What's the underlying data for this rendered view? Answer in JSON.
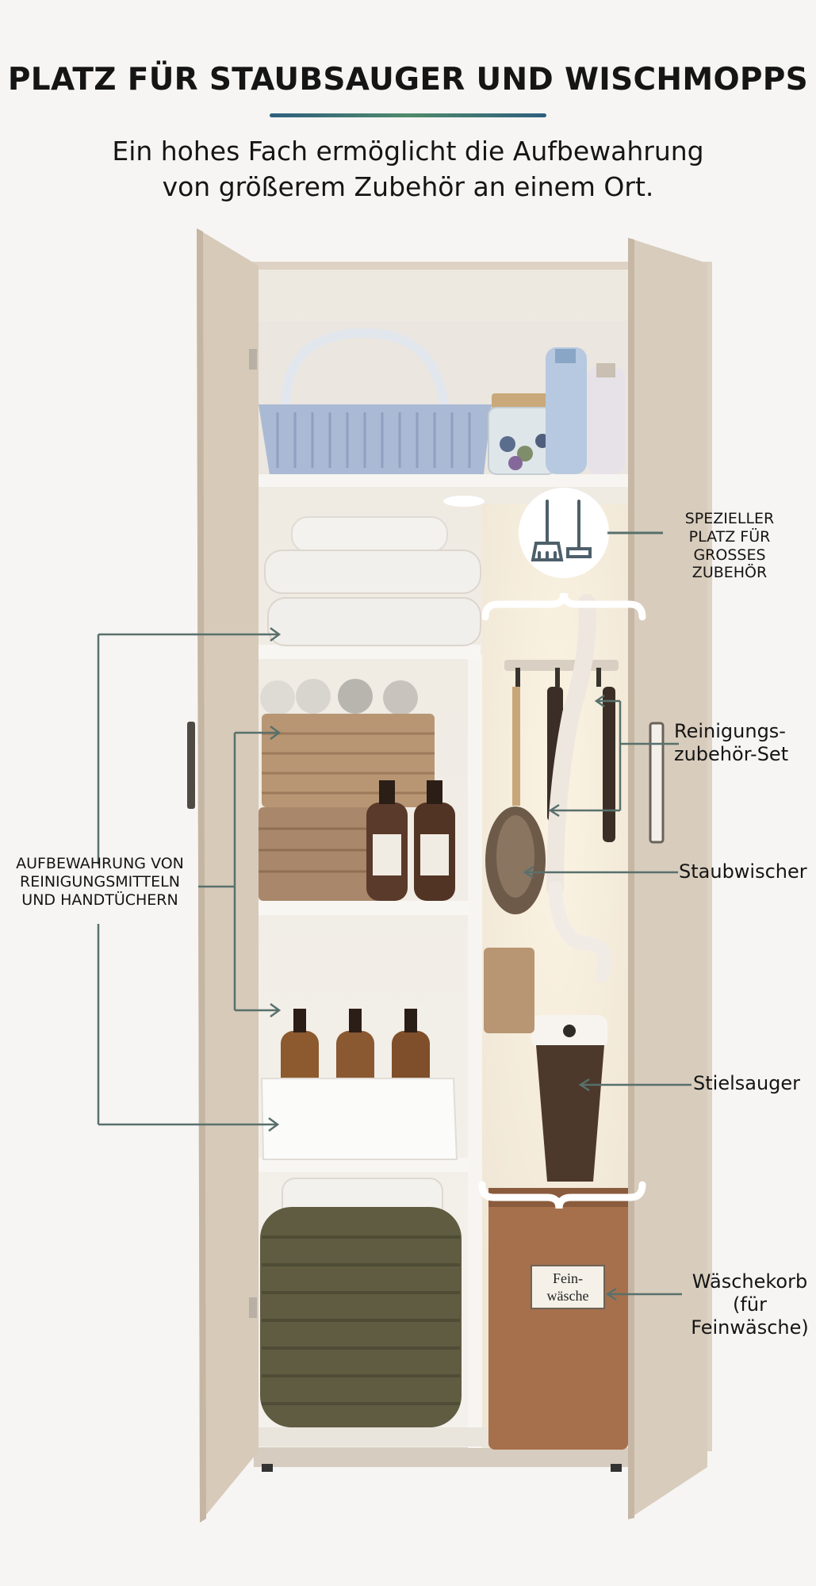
{
  "header": {
    "title": "PLATZ FÜR STAUBSAUGER UND WISCHMOPPS",
    "subtitle_line1": "Ein hohes Fach ermöglicht die Aufbewahrung",
    "subtitle_line2": "von größerem Zubehör an einem Ort."
  },
  "annotations": {
    "large_accessories": [
      "SPEZIELLER",
      "PLATZ FÜR",
      "GROSSES",
      "ZUBEHÖR"
    ],
    "cleaning_set": [
      "Reinigungs-",
      "zubehör-Set"
    ],
    "storage": [
      "AUFBEWAHRUNG VON",
      "REINIGUNGSMITTELN",
      "UND HANDTÜCHERN"
    ],
    "duster": "Staubwischer",
    "stick_vacuum": "Stielsauger",
    "laundry": [
      "Wäschekorb",
      "(für",
      "Feinwäsche)"
    ]
  },
  "laundry_tag": [
    "Fein-",
    "wäsche"
  ],
  "icons": [
    "broom-icon",
    "mop-icon"
  ],
  "colors": {
    "accent_line": "#58706c",
    "cabinet": "#d5c9bb",
    "title_gradient": "#2e5e7e"
  }
}
